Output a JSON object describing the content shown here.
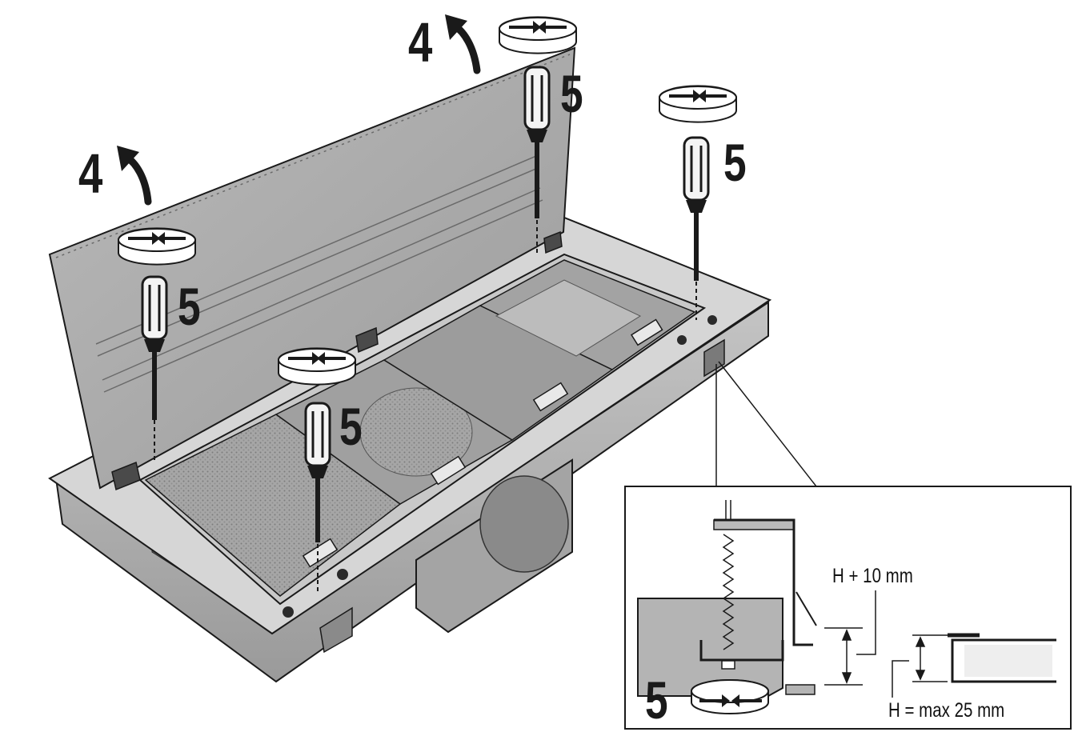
{
  "steps": {
    "lift_lid": "4",
    "screw": "5"
  },
  "detail": {
    "label_clearance": "H + 10 mm",
    "label_max_height": "H = max 25 mm"
  },
  "colors": {
    "line": "#1a1a1a",
    "panel_grey": "#b4b4b4",
    "lid_grey": "#a9a9a9",
    "frame_light": "#d6d6d6",
    "background": "#ffffff"
  },
  "icons": [
    "curved-arrow-icon",
    "rotation-arrows-icon",
    "screwdriver-icon"
  ]
}
